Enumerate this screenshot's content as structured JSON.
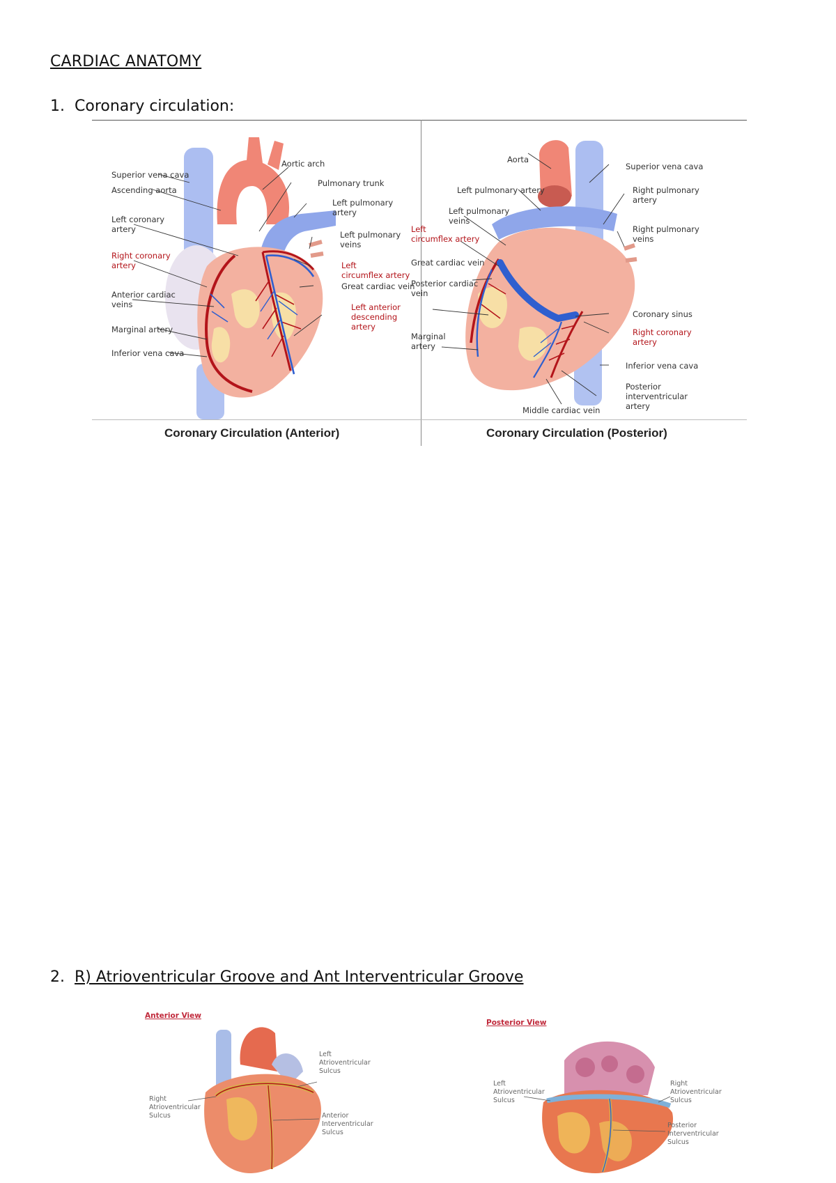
{
  "doc": {
    "title": "CARDIAC ANATOMY",
    "section1": {
      "number": "1.",
      "heading": "Coronary circulation:"
    },
    "section2": {
      "number": "2.",
      "heading": "R) Atrioventricular Groove and Ant Interventricular Groove"
    }
  },
  "figure1": {
    "anterior": {
      "caption": "Coronary Circulation (Anterior)",
      "labels": {
        "aortic_arch": "Aortic arch",
        "superior_vena_cava": "Superior vena cava",
        "pulmonary_trunk": "Pulmonary trunk",
        "ascending_aorta": "Ascending aorta",
        "left_pulmonary_artery": "Left pulmonary\nartery",
        "left_coronary_artery": "Left coronary\nartery",
        "left_pulmonary_veins": "Left pulmonary\nveins",
        "right_coronary_artery": "Right coronary\nartery",
        "left_circumflex_artery": "Left\ncircumflex artery",
        "anterior_cardiac_veins": "Anterior cardiac\nveins",
        "great_cardiac_vein": "Great cardiac vein",
        "left_anterior_descending": "Left anterior\ndescending\nartery",
        "marginal_artery": "Marginal artery",
        "inferior_vena_cava": "Inferior vena cava"
      }
    },
    "posterior": {
      "caption": "Coronary Circulation (Posterior)",
      "labels": {
        "aorta": "Aorta",
        "superior_vena_cava": "Superior vena cava",
        "left_pulmonary_artery": "Left pulmonary artery",
        "right_pulmonary_artery": "Right pulmonary\nartery",
        "left_pulmonary_veins": "Left pulmonary\nveins",
        "right_pulmonary_veins": "Right pulmonary\nveins",
        "left_circumflex_artery": "Left\ncircumflex artery",
        "great_cardiac_vein": "Great cardiac vein",
        "posterior_cardiac_vein": "Posterior cardiac\nvein",
        "coronary_sinus": "Coronary sinus",
        "right_coronary_artery": "Right coronary\nartery",
        "marginal_artery": "Marginal\nartery",
        "inferior_vena_cava": "Inferior vena cava",
        "posterior_interventricular_artery": "Posterior\ninterventricular\nartery",
        "middle_cardiac_vein": "Middle cardiac vein"
      }
    }
  },
  "figure2": {
    "anterior": {
      "title": "Anterior View",
      "labels": {
        "left_av_sulcus": "Left\nAtrioventricular\nSulcus",
        "right_av_sulcus": "Right\nAtrioventricular\nSulcus",
        "anterior_iv_sulcus": "Anterior\nInterventricular\nSulcus"
      }
    },
    "posterior": {
      "title": "Posterior View",
      "labels": {
        "left_av_sulcus": "Left\nAtrioventricular\nSulcus",
        "right_av_sulcus": "Right\nAtrioventricular\nSulcus",
        "posterior_iv_sulcus": "Posterior\nInterventricular\nSulcus"
      }
    }
  },
  "colors": {
    "artery_red": "#b3141a",
    "vein_blue": "#2f5fcf",
    "heart_tissue": "#f3b1a0",
    "fat_yellow": "#f7dfa6",
    "caption_rule": "#888888"
  }
}
